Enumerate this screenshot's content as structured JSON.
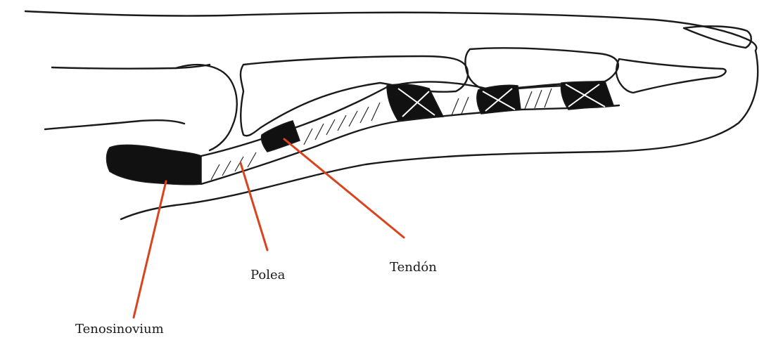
{
  "labels": {
    "polea": "Polea",
    "tendon": "Tendón",
    "tenosinovium": "Tenosinovium"
  },
  "colors": {
    "outline": "#1a1a1a",
    "leader_line": "#d9431e",
    "dark_fill": "#111111"
  }
}
